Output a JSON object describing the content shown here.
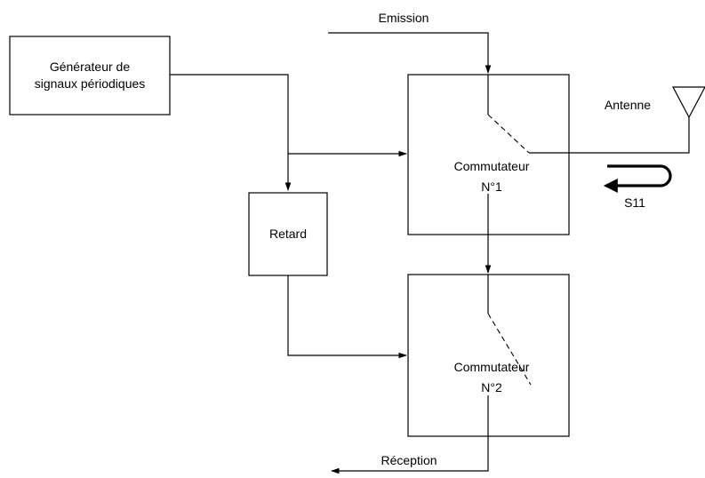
{
  "generator": {
    "line1": "Générateur de",
    "line2": "signaux périodiques"
  },
  "delay": {
    "label": "Retard"
  },
  "switch1": {
    "line1": "Commutateur",
    "line2": "N°1"
  },
  "switch2": {
    "line1": "Commutateur",
    "line2": "N°2"
  },
  "signals": {
    "emission": "Emission",
    "reception": "Réception",
    "antenna": "Antenne",
    "reflection": "S11"
  }
}
